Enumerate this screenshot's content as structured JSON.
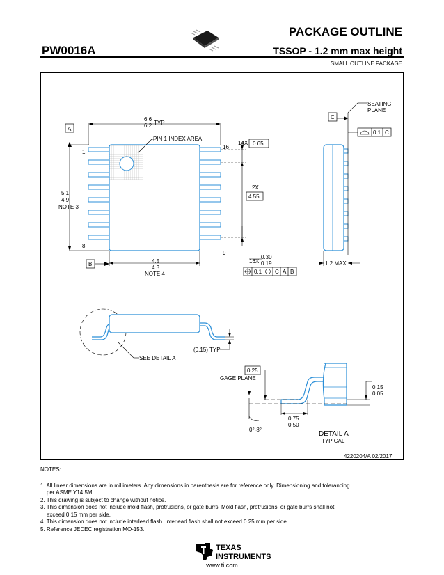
{
  "header": {
    "title": "PACKAGE OUTLINE",
    "part_number": "PW0016A",
    "subtitle": "TSSOP - 1.2 mm max height",
    "package_type": "SMALL OUTLINE PACKAGE"
  },
  "drawing": {
    "seating_plane": [
      "SEATING",
      "PLANE"
    ],
    "datum_a": "A",
    "datum_b": "B",
    "datum_c": "C",
    "width_dim": [
      "6.6",
      "6.2",
      "TYP"
    ],
    "pin1_label": "PIN 1 INDEX AREA",
    "pin1": "1",
    "pin8": "8",
    "pin9": "9",
    "pin16": "16",
    "pitch": [
      "14X",
      "0.65"
    ],
    "length_dim": [
      "5.1",
      "4.9",
      "NOTE 3"
    ],
    "span_dim": [
      "2X",
      "4.55"
    ],
    "body_width": [
      "4.5",
      "4.3",
      "NOTE 4"
    ],
    "lead_width": [
      "16X",
      "0.30",
      "0.19"
    ],
    "position_tol": [
      "0.1",
      "C",
      "A",
      "B"
    ],
    "max_height": "1.2 MAX",
    "flatness": [
      "0.1",
      "C"
    ],
    "see_detail": "SEE DETAIL  A",
    "lead_thickness": "(0.15) TYP",
    "gage": [
      "0.25",
      "GAGE PLANE"
    ],
    "standoff": [
      "0.15",
      "0.05"
    ],
    "foot_length": [
      "0.75",
      "0.50"
    ],
    "angle": "0°-8°",
    "detail_title": [
      "DETAIL A",
      "TYPICAL"
    ],
    "doc_id": "4220204/A   02/2017"
  },
  "notes": {
    "heading": "NOTES:",
    "items": [
      "1. All linear dimensions are in millimeters. Any dimensions in parenthesis are for reference only. Dimensioning and tolerancing",
      "    per ASME Y14.5M.",
      "2. This drawing is subject to change without notice.",
      "3. This dimension does not include mold flash, protrusions, or gate burrs. Mold flash, protrusions, or gate burrs shall not",
      "    exceed 0.15 mm per side.",
      "4. This dimension does not include interlead flash. Interlead flash shall not exceed 0.25 mm per side.",
      "5. Reference JEDEC registration MO-153."
    ]
  },
  "footer": {
    "logo_line1": "TEXAS",
    "logo_line2": "INSTRUMENTS",
    "url": "www.ti.com"
  },
  "colors": {
    "outline": "#2b8fd8",
    "line": "#000000"
  }
}
